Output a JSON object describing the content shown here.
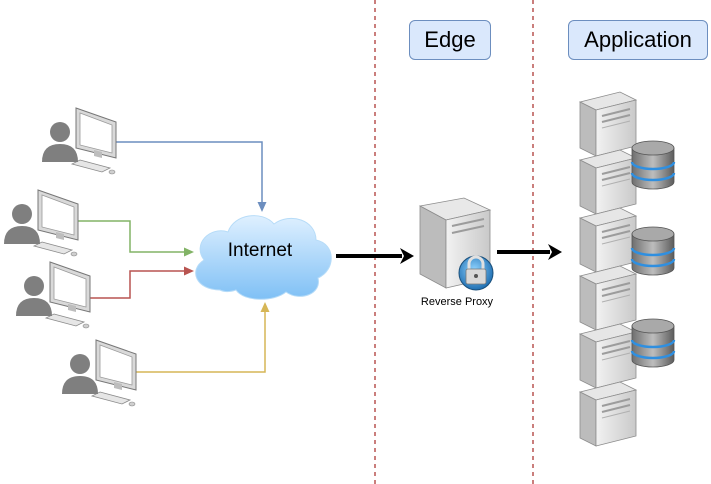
{
  "zones": {
    "edge": "Edge",
    "application": "Application"
  },
  "nodes": {
    "internet": "Internet",
    "reverse_proxy": "Reverse Proxy"
  },
  "colors": {
    "zone_fill": "#dae8fc",
    "zone_border": "#6c8ebf",
    "divider": "#b85450",
    "user_link_1": "#6c8ebf",
    "user_link_2": "#82b366",
    "user_link_3": "#b85450",
    "user_link_4": "#d6b656",
    "main_flow": "#000000"
  },
  "icons": [
    "user-workstation-icon",
    "cloud-icon",
    "server-icon",
    "lock-icon",
    "database-icon"
  ]
}
